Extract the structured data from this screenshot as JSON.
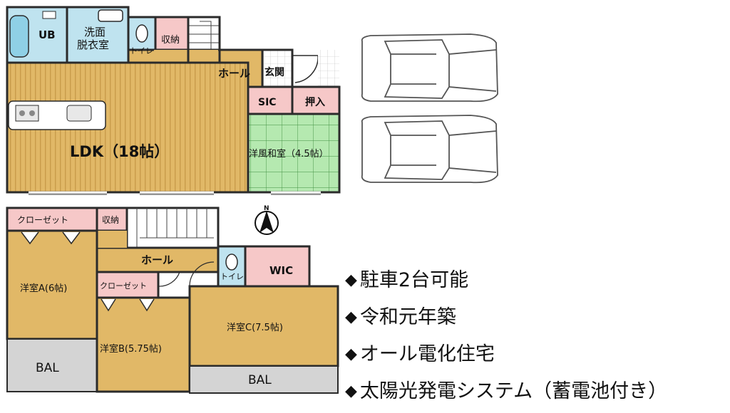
{
  "colors": {
    "wood_floor": "#e1b867",
    "stripe": "#c99c4a",
    "storage": "#f6c8c8",
    "tatami": "#b5e9b0",
    "bath": "#bfe3ef",
    "balcony": "#d4d4d4",
    "wall": "#2b2b2b",
    "car": "#555555"
  },
  "floor1": {
    "ub": "UB",
    "senmen_line1": "洗面",
    "senmen_line2": "脱衣室",
    "toilet": "トイレ",
    "shuno": "収納",
    "hall": "ホール",
    "genkan": "玄関",
    "sic": "SIC",
    "oshiire": "押入",
    "ldk": "LDK（18帖）",
    "washitsu": "洋風和室（4.5帖）"
  },
  "floor2": {
    "closet_a": "クローゼット",
    "shuno": "収納",
    "hall": "ホール",
    "toilet": "トイレ",
    "wic": "WIC",
    "room_a": "洋室A(6帖)",
    "closet_b": "クローゼット",
    "room_b": "洋室B(5.75帖)",
    "room_c": "洋室C(7.5帖)",
    "bal_left": "BAL",
    "bal_right": "BAL"
  },
  "compass_label": "N",
  "features": [
    {
      "marker": "◆",
      "text": "駐車2台可能"
    },
    {
      "marker": "◆",
      "text": "令和元年築"
    },
    {
      "marker": "◆",
      "text": "オール電化住宅"
    },
    {
      "marker": "◆",
      "text": "太陽光発電システム（蓄電池付き）"
    }
  ]
}
